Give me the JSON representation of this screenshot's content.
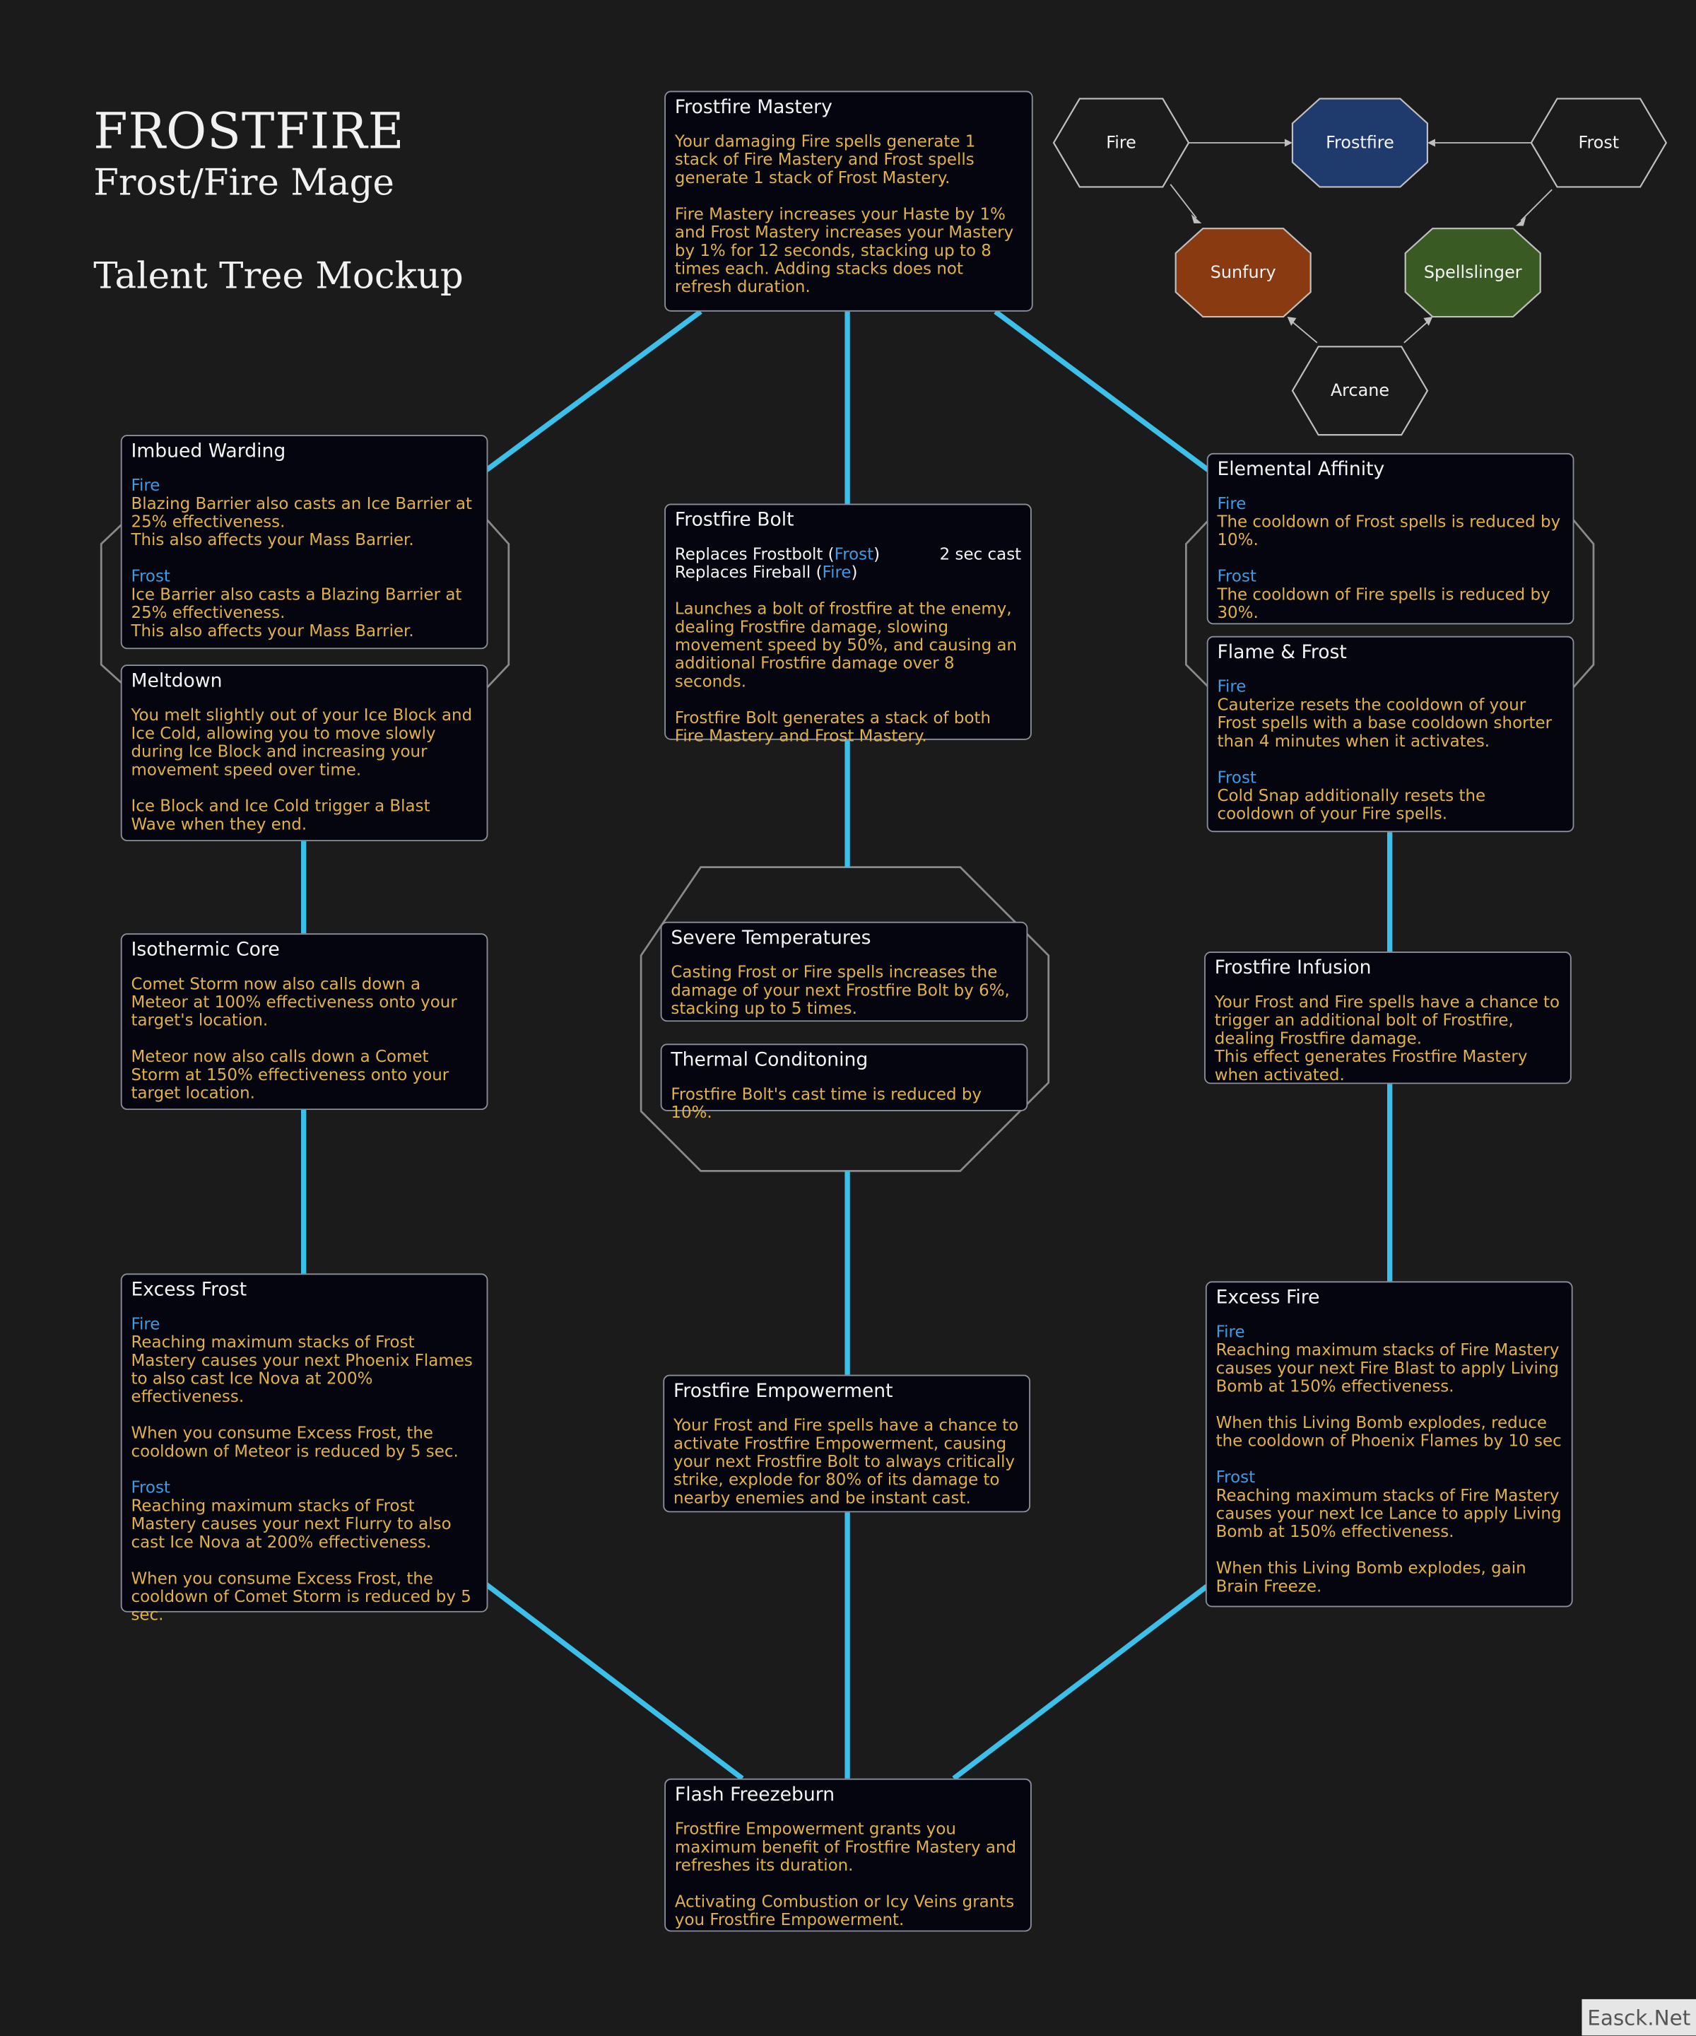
{
  "header": {
    "title": "FROSTFIRE",
    "subtitle": "Frost/Fire Mage",
    "caption": "Talent Tree Mockup"
  },
  "colors": {
    "background": "#1b1b1c",
    "connector": "#3cc0ea",
    "node_fill": "#05050f",
    "body_text": "#e0b14a",
    "school_tag": "#3d9be3",
    "frostfire_hex": "#1f3a6d",
    "sunfury_hex": "#8a3a10",
    "spellslinger_hex": "#3a5a24"
  },
  "hero_map": {
    "fire": "Fire",
    "frostfire": "Frostfire",
    "frost": "Frost",
    "sunfury": "Sunfury",
    "spellslinger": "Spellslinger",
    "arcane": "Arcane"
  },
  "nodes": {
    "frostfire_mastery": {
      "name": "Frostfire Mastery",
      "p1": "Your damaging Fire spells generate 1 stack of Fire Mastery and Frost spells  generate 1 stack of Frost Mastery.",
      "p2": "Fire Mastery increases your Haste by 1% and Frost Mastery increases your Mastery by 1% for 12 seconds, stacking up to 8 times each. Adding stacks does not refresh duration."
    },
    "imbued_warding": {
      "name": "Imbued Warding",
      "tag1": "Fire",
      "t1": "Blazing Barrier also casts an Ice Barrier at 25% effectiveness.",
      "t1b": "This also affects your Mass Barrier.",
      "tag2": "Frost",
      "t2": "Ice Barrier also casts a Blazing Barrier at 25% effectiveness.",
      "t2b": "This also affects your Mass Barrier."
    },
    "meltdown": {
      "name": "Meltdown",
      "p1": "You melt slightly out of your Ice Block and Ice Cold, allowing you to move slowly during Ice Block and increasing your movement speed over time.",
      "p2": "Ice Block and Ice Cold trigger a Blast Wave when they end."
    },
    "frostfire_bolt": {
      "name": "Frostfire Bolt",
      "replace1_a": "Replaces Frostbolt (",
      "replace1_b": "Frost",
      "replace1_c": ")",
      "cast": "2 sec cast",
      "replace2_a": "Replaces Fireball (",
      "replace2_b": "Fire",
      "replace2_c": ")",
      "p1": "Launches a bolt of frostfire at the enemy, dealing Frostfire damage, slowing movement speed by 50%, and causing an additional Frostfire damage over 8 seconds.",
      "p2": "Frostfire Bolt generates a stack of both Fire Mastery and Frost Mastery."
    },
    "elemental_affinity": {
      "name": "Elemental Affinity",
      "tag1": "Fire",
      "t1": "The cooldown of Frost spells is reduced by 10%.",
      "tag2": "Frost",
      "t2": "The cooldown of Fire spells is reduced by 30%."
    },
    "flame_frost": {
      "name": "Flame & Frost",
      "tag1": "Fire",
      "t1": "Cauterize resets the cooldown of your Frost spells with a base cooldown shorter than 4 minutes when it activates.",
      "tag2": "Frost",
      "t2": "Cold Snap additionally resets the cooldown of your Fire spells."
    },
    "isothermic_core": {
      "name": "Isothermic Core",
      "p1": "Comet Storm now also calls down a Meteor at 100% effectiveness onto your target's location.",
      "p2": "Meteor now also calls down a Comet Storm at 150% effectiveness onto your target location."
    },
    "severe_temperatures": {
      "name": "Severe Temperatures",
      "p1": "Casting Frost or Fire spells increases the damage of your next Frostfire Bolt by 6%, stacking up to 5 times."
    },
    "thermal_conditioning": {
      "name": "Thermal Conditoning",
      "p1": "Frostfire Bolt's cast time is reduced by 10%."
    },
    "frostfire_infusion": {
      "name": "Frostfire Infusion",
      "p1": "Your Frost and Fire spells have a chance to trigger an additional bolt of Frostfire, dealing Frostfire damage.",
      "p1b": "This effect generates Frostfire Mastery when activated."
    },
    "excess_frost": {
      "name": "Excess Frost",
      "tag1": "Fire",
      "t1": "Reaching maximum stacks of Frost Mastery causes your next Phoenix Flames to also cast Ice Nova at 200% effectiveness.",
      "t1b": "When you consume Excess Frost, the cooldown of Meteor is reduced by 5 sec.",
      "tag2": "Frost",
      "t2": "Reaching maximum stacks of Frost Mastery causes your next Flurry to also cast Ice Nova at 200% effectiveness.",
      "t2b": "When you consume Excess Frost, the cooldown of Comet Storm is reduced by 5 sec."
    },
    "excess_fire": {
      "name": "Excess Fire",
      "tag1": "Fire",
      "t1": "Reaching maximum stacks of Fire Mastery causes your next Fire Blast to apply Living Bomb at 150% effectiveness.",
      "t1b": "When this Living Bomb explodes, reduce the cooldown of Phoenix Flames by 10 sec",
      "tag2": "Frost",
      "t2": "Reaching maximum stacks of Fire Mastery causes your next Ice Lance to apply Living Bomb at 150% effectiveness.",
      "t2b": "When this Living Bomb explodes, gain Brain Freeze."
    },
    "frostfire_empowerment": {
      "name": "Frostfire Empowerment",
      "p1": "Your Frost and Fire spells have a chance to activate Frostfire Empowerment, causing your next Frostfire Bolt to always critically strike, explode for 80% of its damage to nearby enemies and be instant cast."
    },
    "flash_freezeburn": {
      "name": "Flash Freezeburn",
      "p1": "Frostfire Empowerment grants you maximum benefit of Frostfire Mastery and refreshes its duration.",
      "p2": "Activating Combustion or Icy Veins grants you Frostfire Empowerment."
    }
  },
  "watermark": "Easck.Net"
}
